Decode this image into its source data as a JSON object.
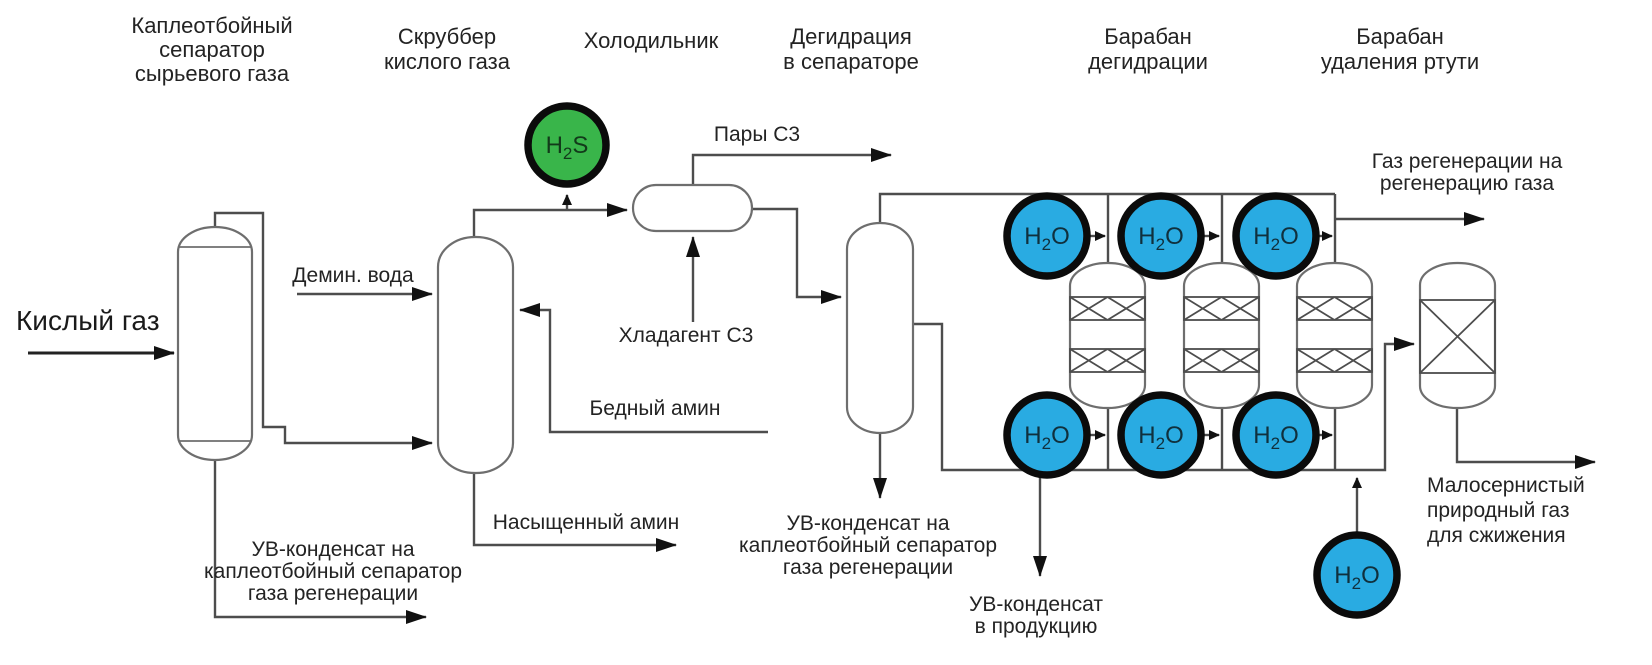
{
  "equipment_labels": {
    "knockout_separator": [
      "Каплеотбойный",
      "сепаратор",
      "сырьевого газа"
    ],
    "acid_gas_scrubber": [
      "Скруббер",
      "кислого газа"
    ],
    "cooler": [
      "Холодильник"
    ],
    "dehydration_separator": [
      "Дегидрация",
      "в сепараторе"
    ],
    "dehydration_drum": [
      "Барабан",
      "дегидрации"
    ],
    "mercury_removal_drum": [
      "Барабан",
      "удаления ртути"
    ]
  },
  "stream_labels": {
    "acid_gas": "Кислый газ",
    "demin_water": "Демин. вода",
    "c3_vapors": "Пары C3",
    "c3_refrigerant": "Хладагент C3",
    "lean_amine": "Бедный амин",
    "rich_amine": "Насыщенный амин",
    "condensate_left": [
      "УВ-конденсат на",
      "каплеотбойный сепаратор",
      "газа регенерации"
    ],
    "condensate_mid": [
      "УВ-конденсат на",
      "каплеотбойный сепаратор",
      "газа регенерации"
    ],
    "condensate_product": [
      "УВ-конденсат",
      "в продукцию"
    ],
    "regeneration_gas": [
      "Газ регенерации на",
      "регенерацию газа"
    ],
    "low_sulfur_gas": [
      "Малосернистый",
      "природный газ",
      "для сжижения"
    ]
  },
  "tags": {
    "h2s": {
      "base": "H",
      "sub": "2",
      "rest": "S"
    },
    "h2o": {
      "base": "H",
      "sub": "2",
      "rest": "O"
    }
  },
  "colors": {
    "h2s_fill": "#39B54A",
    "h2o_fill": "#29ABE2",
    "line": "#4d4d4d"
  }
}
